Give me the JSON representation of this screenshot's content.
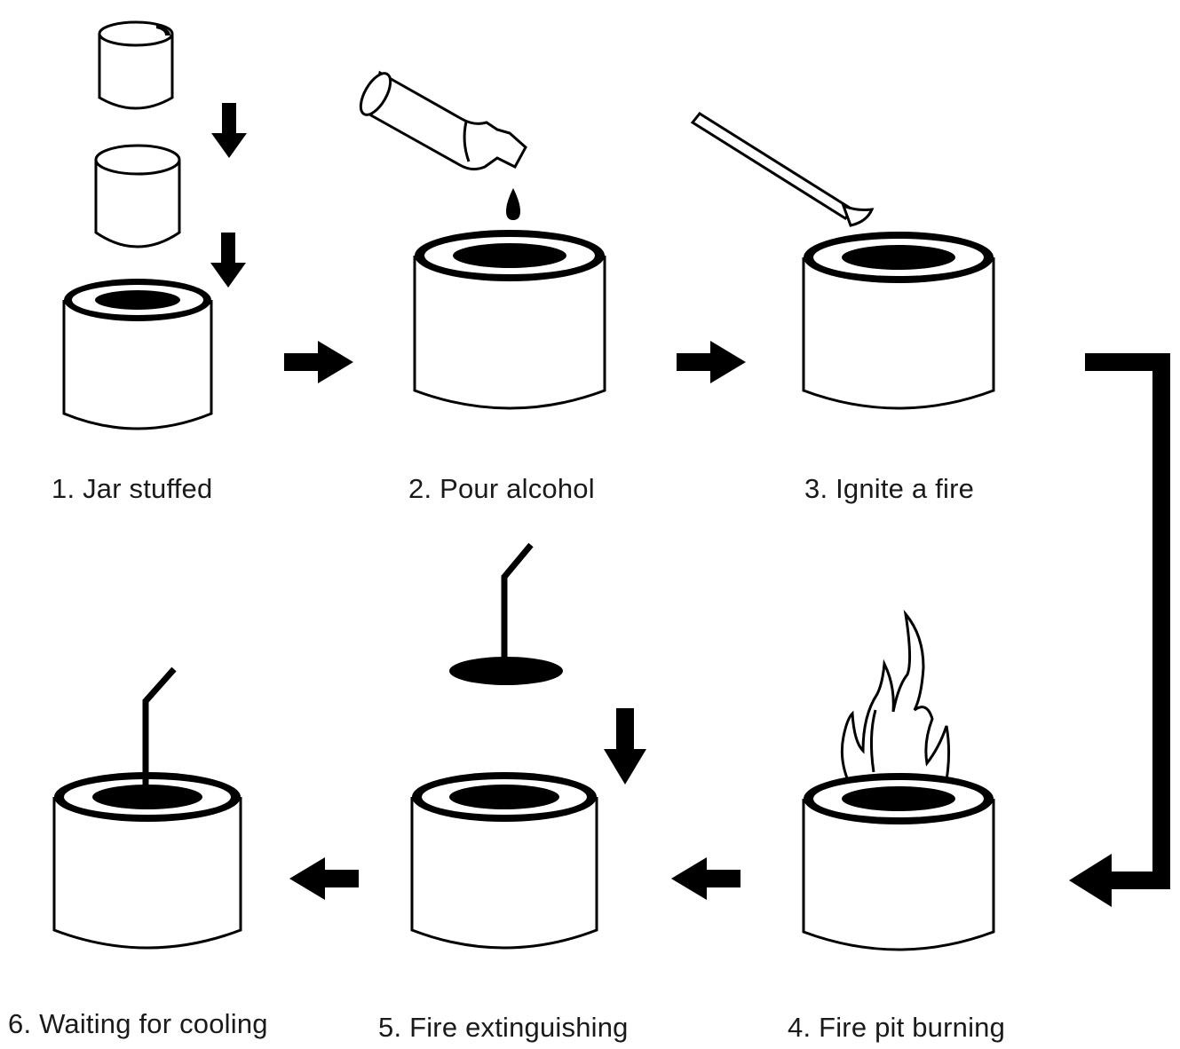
{
  "steps": [
    {
      "label": "1. Jar stuffed"
    },
    {
      "label": "2. Pour alcohol"
    },
    {
      "label": "3. Ignite a fire"
    },
    {
      "label": "4. Fire pit burning"
    },
    {
      "label": "5. Fire extinguishing"
    },
    {
      "label": "6. Waiting for cooling"
    }
  ],
  "colors": {
    "ink": "#000000",
    "background": "#ffffff"
  }
}
